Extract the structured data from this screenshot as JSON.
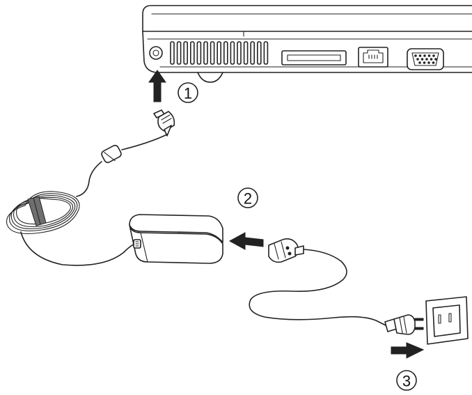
{
  "steps": [
    {
      "label": "1"
    },
    {
      "label": "2"
    },
    {
      "label": "3"
    }
  ],
  "colors": {
    "line": "#222222",
    "fill_dark": "#222222",
    "fill_mid": "#6f6f6f",
    "background": "#ffffff"
  },
  "icons": [
    "laptop-rear-icon",
    "dc-plug-icon",
    "ac-adapter-icon",
    "power-cord-icon",
    "ac-plug-icon",
    "wall-outlet-icon",
    "arrow-up-icon",
    "arrow-left-icon",
    "arrow-right-icon"
  ]
}
